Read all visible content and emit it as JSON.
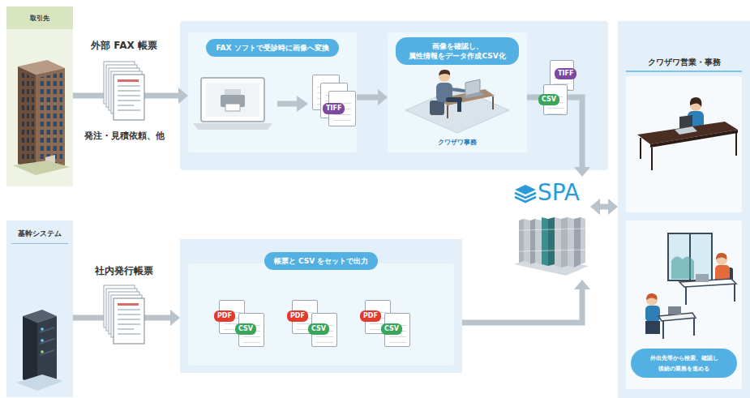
{
  "diagram": {
    "nodes": [
      {
        "text": [
          "取引先"
        ]
      },
      {
        "text": [
          "FAX ソフトで受診時に画像へ変換"
        ]
      },
      {
        "text": [
          "画像を確認し、 属性情報をデータ作成CSV化",
          "クワザワ事務"
        ]
      },
      {
        "text": [
          "SPA"
        ]
      },
      {
        "text": [
          "クワザワ営業・事務"
        ]
      },
      {
        "text": [
          "外出先等から検索、確認し 後続の業務を進める"
        ],
        "in": 4
      },
      {
        "text": [
          "基幹システム"
        ]
      },
      {
        "text": [
          "帳票と CSV をセットで出力"
        ]
      }
    ],
    "edges": [
      {
        "from": 0,
        "to": 1,
        "arrow": "to"
      },
      {
        "from": 1,
        "to": 2,
        "arrow": "to"
      },
      {
        "from": 2,
        "to": 3,
        "arrow": "to"
      },
      {
        "from": 6,
        "to": 7,
        "arrow": "to"
      },
      {
        "from": 7,
        "to": 3,
        "arrow": "to"
      },
      {
        "from": 3,
        "to": 4,
        "arrow": "both"
      }
    ],
    "labels": [
      "外部 FAX 帳票",
      "発注・見積依頼、他",
      "社内発行帳票",
      "TIFF",
      "TIFF",
      "CSV",
      "PDF",
      "CSV",
      "PDF",
      "CSV",
      "PDF",
      "CSV"
    ]
  }
}
